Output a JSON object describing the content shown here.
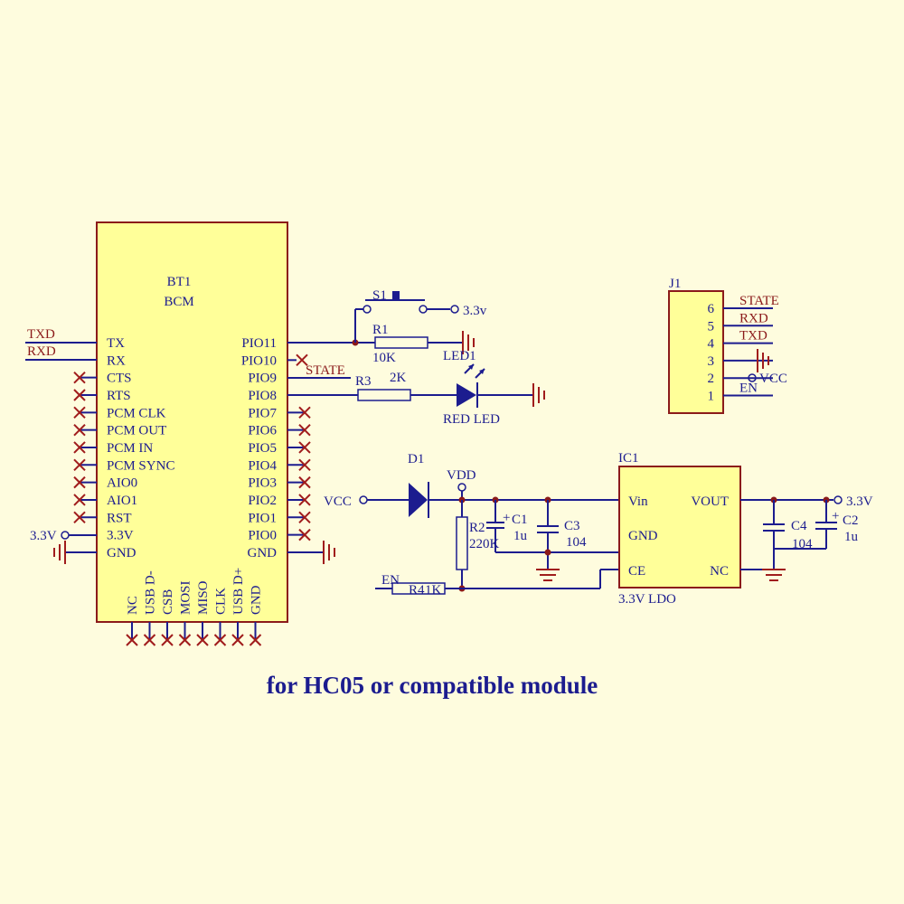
{
  "colors": {
    "background": "#fefcde",
    "wire": "#1c1c8f",
    "body_outline": "#8b1a1a",
    "chip_fill": "#ffff99"
  },
  "bt1": {
    "ref": "BT1",
    "value": "BCM",
    "left_pins": [
      "TX",
      "RX",
      "CTS",
      "RTS",
      "PCM CLK",
      "PCM OUT",
      "PCM IN",
      "PCM SYNC",
      "AIO0",
      "AIO1",
      "RST",
      "3.3V",
      "GND"
    ],
    "right_pins": [
      "PIO11",
      "PIO10",
      "PIO9",
      "PIO8",
      "PIO7",
      "PIO6",
      "PIO5",
      "PIO4",
      "PIO3",
      "PIO2",
      "PIO1",
      "PIO0",
      "GND"
    ],
    "bottom_pins": [
      "NC",
      "USB D-",
      "CSB",
      "MOSI",
      "MISO",
      "CLK",
      "USB D+",
      "GND"
    ]
  },
  "nets": {
    "txd": "TXD",
    "rxd": "RXD",
    "state": "STATE",
    "v33_left": "3.3V",
    "v33_s1": "3.3v",
    "vcc_in": "VCC",
    "vdd": "VDD",
    "en": "EN",
    "v33_out": "3.3V"
  },
  "s1": {
    "ref": "S1"
  },
  "r1": {
    "ref": "R1",
    "value": "10K"
  },
  "r3": {
    "ref": "R3",
    "value": "2K"
  },
  "led1": {
    "ref": "LED1",
    "value": "RED LED"
  },
  "d1": {
    "ref": "D1"
  },
  "r2": {
    "ref": "R2",
    "value": "220K"
  },
  "r4": {
    "ref": "R4",
    "value": "1K"
  },
  "c1": {
    "ref": "C1",
    "value": "1u"
  },
  "c3": {
    "ref": "C3",
    "value": "104"
  },
  "c4": {
    "ref": "C4",
    "value": "104"
  },
  "c2": {
    "ref": "C2",
    "value": "1u"
  },
  "ic1": {
    "ref": "IC1",
    "value": "3.3V LDO",
    "vin": "Vin",
    "gnd": "GND",
    "ce": "CE",
    "vout": "VOUT",
    "nc": "NC"
  },
  "j1": {
    "ref": "J1",
    "pins": [
      {
        "num": "6",
        "net": "STATE"
      },
      {
        "num": "5",
        "net": "RXD"
      },
      {
        "num": "4",
        "net": "TXD"
      },
      {
        "num": "3",
        "net": ""
      },
      {
        "num": "2",
        "net": "VCC"
      },
      {
        "num": "1",
        "net": "EN"
      }
    ]
  },
  "caption": "for HC05 or compatible module"
}
